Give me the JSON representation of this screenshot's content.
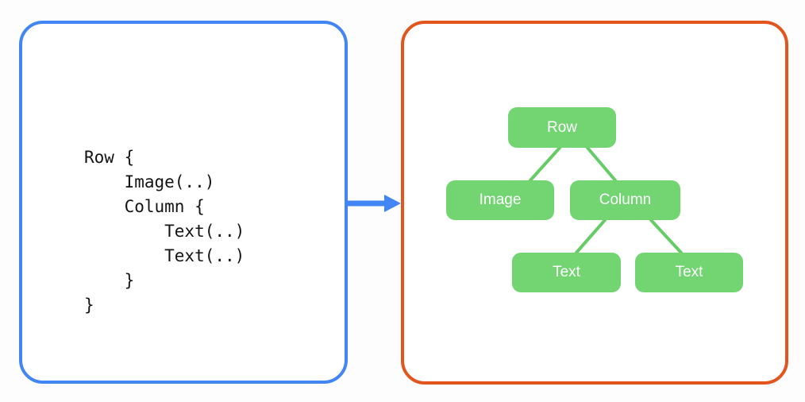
{
  "background_color": "#fdfdfd",
  "code_panel": {
    "border_color": "#4285F4",
    "code": "Row {\n    Image(..)\n    Column {\n        Text(..)\n        Text(..)\n    }\n}",
    "lines": [
      "Row {",
      "    Image(..)",
      "    Column {",
      "        Text(..)",
      "        Text(..)",
      "    }",
      "}"
    ]
  },
  "arrow": {
    "color": "#4285F4",
    "direction": "right",
    "label": ""
  },
  "tree_panel": {
    "border_color": "#E2551C",
    "node_fill": "#72D572",
    "node_text_color": "#ffffff",
    "edge_color": "#66CC66",
    "nodes": [
      {
        "id": "row",
        "label": "Row"
      },
      {
        "id": "image",
        "label": "Image"
      },
      {
        "id": "column",
        "label": "Column"
      },
      {
        "id": "text1",
        "label": "Text"
      },
      {
        "id": "text2",
        "label": "Text"
      }
    ],
    "edges": [
      {
        "from": "row",
        "to": "image"
      },
      {
        "from": "row",
        "to": "column"
      },
      {
        "from": "column",
        "to": "text1"
      },
      {
        "from": "column",
        "to": "text2"
      }
    ]
  }
}
